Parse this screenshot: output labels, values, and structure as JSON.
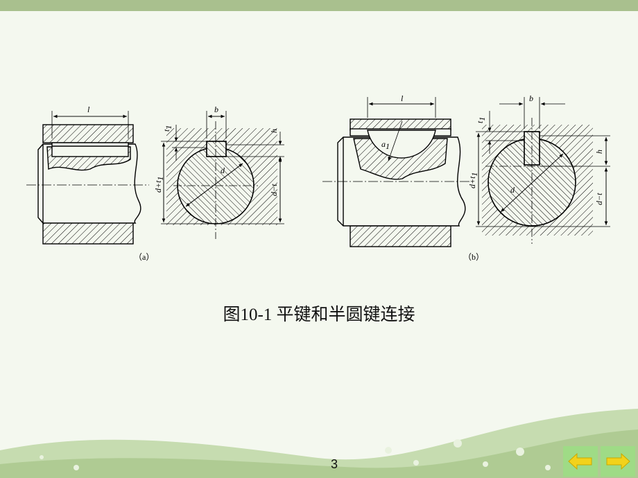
{
  "caption": "图10-1  平键和半圆键连接",
  "page_number": "3",
  "panels": {
    "a": {
      "label": "（a）",
      "dims": {
        "l": "l",
        "b": "b",
        "t1": "t",
        "t1_sub": "1",
        "h": "h",
        "d": "d",
        "d_plus_t1": "d+t",
        "d_plus_t1_sub": "1",
        "d_minus_t": "d−t"
      }
    },
    "b": {
      "label": "（b）",
      "dims": {
        "l": "l",
        "b": "b",
        "t1": "t",
        "t1_sub": "1",
        "h": "h",
        "d": "d",
        "a1": "a",
        "a1_sub": "1",
        "d_plus_t1": "d+t",
        "d_plus_t1_sub": "1",
        "d_minus_t": "d−t"
      }
    }
  },
  "nav": {
    "prev_icon": "left-arrow-icon",
    "next_icon": "right-arrow-icon"
  },
  "colors": {
    "top_band": "#a9c08e",
    "nav_button": "#9fdb86",
    "arrow": "#f2d21b",
    "hill": "#b8d4a0"
  }
}
